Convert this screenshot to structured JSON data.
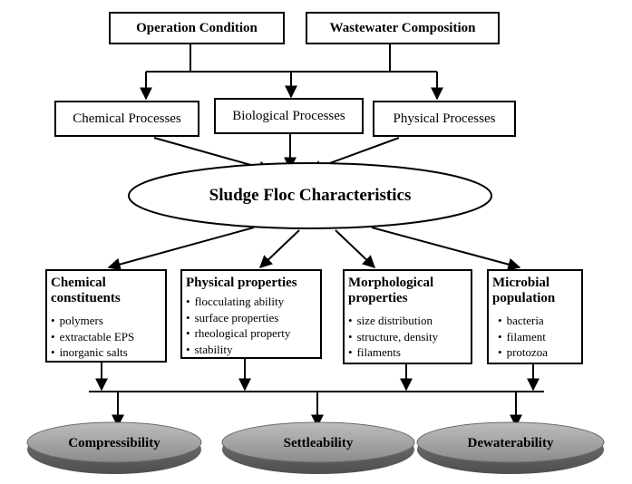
{
  "inputs": {
    "operation_condition": "Operation Condition",
    "wastewater_composition": "Wastewater Composition"
  },
  "processes": {
    "chemical": "Chemical Processes",
    "biological": "Biological Processes",
    "physical": "Physical Processes"
  },
  "center": {
    "label": "Sludge Floc Characteristics"
  },
  "characteristics": [
    {
      "title_line1": "Chemical",
      "title_line2": "constituents",
      "items": [
        "polymers",
        "extractable EPS",
        "inorganic salts"
      ]
    },
    {
      "title_line1": "Physical properties",
      "title_line2": "",
      "items": [
        "flocculating ability",
        "surface properties",
        "rheological property",
        "stability"
      ]
    },
    {
      "title_line1": "Morphological",
      "title_line2": "properties",
      "items": [
        "size distribution",
        "structure, density",
        "filaments"
      ]
    },
    {
      "title_line1": "Microbial",
      "title_line2": "population",
      "items": [
        "bacteria",
        "filament",
        "protozoa"
      ]
    }
  ],
  "outcomes": {
    "compressibility": "Compressibility",
    "settleability": "Settleability",
    "dewaterability": "Dewaterability"
  },
  "colors": {
    "line": "#000000",
    "plate_top": "#a8a8a8",
    "plate_rim": "#6a6a6a"
  }
}
